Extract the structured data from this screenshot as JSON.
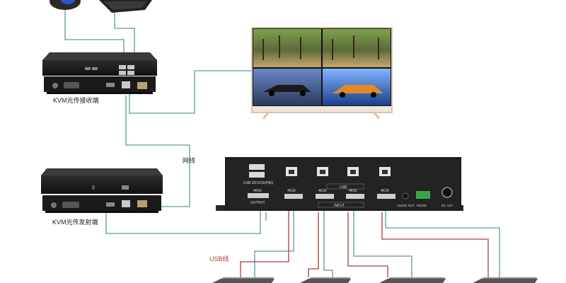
{
  "labels": {
    "receiver": "KVM光传接收端",
    "network": "网线",
    "transmitter": "KVM光传发射端",
    "usb": "USB线"
  },
  "multiviewer": {
    "usb_device": "USB DEVICE(HID)",
    "output_res": "4K60",
    "output": "OUTPUT",
    "input_res": [
      "4K30",
      "4K30",
      "4K60",
      "4K30"
    ],
    "usb_tag": "USB",
    "input_tag": "INPUT",
    "audio_out": "AUDIO OUT",
    "rs232": "RS232",
    "dc": "DC 12V"
  },
  "colors": {
    "device_body": "#1e1e1e",
    "cable_teal": "#5a9a99",
    "cable_red": "#b23a3a",
    "tv_frame": "#d8c2b0"
  }
}
